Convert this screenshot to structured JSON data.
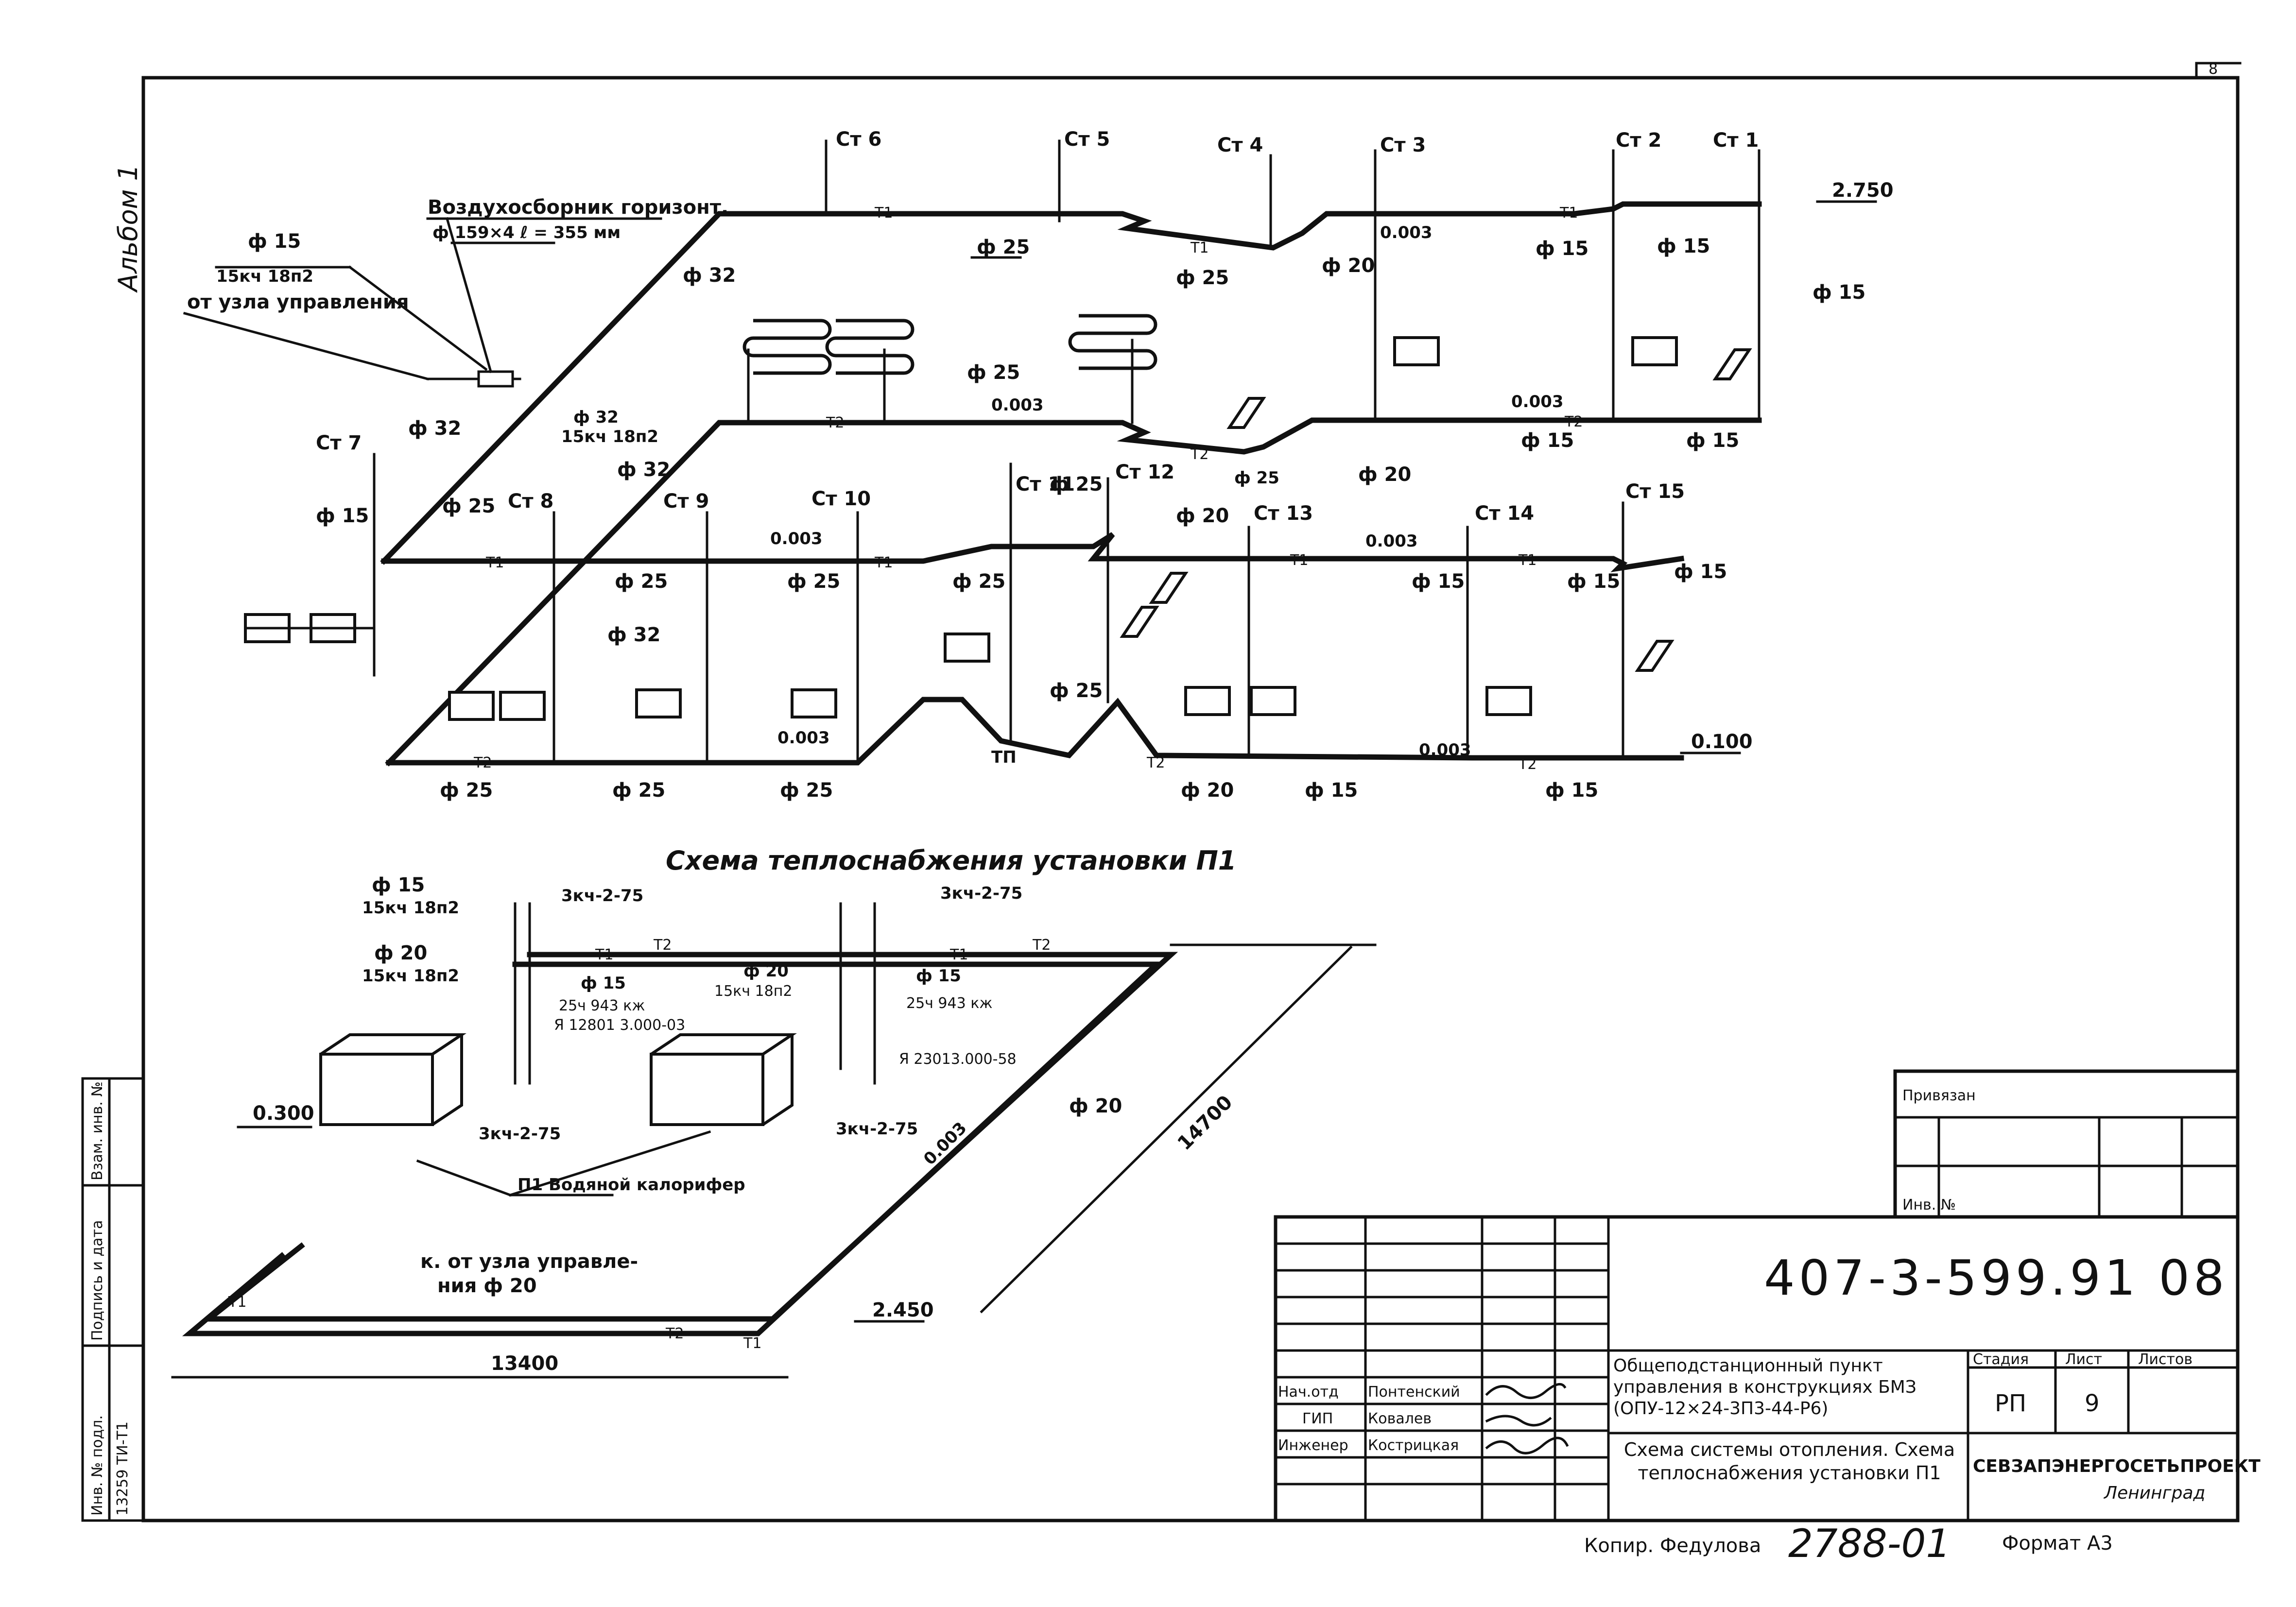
{
  "page": {
    "corner_mark": "8",
    "album": "Альбом 1",
    "side_stamp": {
      "fields": [
        "Взам. инв. №",
        "Подпись и дата",
        "Инв. № подл."
      ],
      "inv_value": "13259 ТИ-Т1"
    }
  },
  "heating_scheme": {
    "risers": [
      "Ст 6",
      "Ст 5",
      "Ст 4",
      "Ст 3",
      "Ст 2",
      "Ст 1",
      "Ст 7",
      "Ст 8",
      "Ст 9",
      "Ст 10",
      "Ст 11",
      "Ст 12",
      "Ст 13",
      "Ст 14",
      "Ст 15"
    ],
    "air_collector": [
      "Воздухосборник горизонт.",
      "ф 159×4  ℓ = 355 мм"
    ],
    "from_control": "от узла управления",
    "valve_label": "15кч 18п2",
    "lines": {
      "supply": "T1",
      "return": "T2",
      "drain": "ТП"
    },
    "diameters": {
      "d15": "ф 15",
      "d20": "ф 20",
      "d25": "ф 25",
      "d32": "ф 32"
    },
    "slope": "0.003",
    "elevations": {
      "top": "2.750",
      "bottom": "0.100"
    }
  },
  "p1_scheme": {
    "title": "Схема теплоснабжения установки П1",
    "valves": {
      "v3kch": "3кч-2-75",
      "v25ch": "25ч 943 кж",
      "v15kch": "15кч 18п2"
    },
    "diameters": {
      "d15": "ф 15",
      "d20": "ф 20"
    },
    "fittings": [
      "Я 12801 3.000-03",
      "Я 23013.000-58"
    ],
    "heater": "П1 Водяной калорифер",
    "from_control": [
      "к. от узла управле-",
      "ния ф 20"
    ],
    "slope": "0.003",
    "elevations": {
      "low": "0.300",
      "high": "2.450"
    },
    "dims": {
      "length": "13400",
      "width": "14700"
    },
    "lines": {
      "supply": "T1",
      "return": "T2"
    }
  },
  "title_block": {
    "sheet_code": "407-3-599.91 08",
    "project": "Общеподстанционный пункт управления в конструкциях БМЗ (ОПУ-12×24-3П3-44-Р6)",
    "drawing_title": "Схема системы отопления. Схема теплоснабжения установки П1",
    "stage_hdr": "Стадия",
    "sheet_hdr": "Лист",
    "sheets_hdr": "Листов",
    "stage": "РП",
    "sheet": "9",
    "sheets": "",
    "org": "СЕВЗАПЭНЕРГОСЕТЬПРОЕКТ",
    "city": "Ленинград",
    "roles": [
      {
        "role": "Нач.отд",
        "name": "Понтенский"
      },
      {
        "role": "ГИП",
        "name": "Ковалев"
      },
      {
        "role": "Инженер",
        "name": "Кострицкая"
      }
    ],
    "linked": "Привязан",
    "inv": "Инв. №",
    "copied": "Копир. Федулова",
    "order": "2788-01",
    "format": "Формат А3"
  }
}
